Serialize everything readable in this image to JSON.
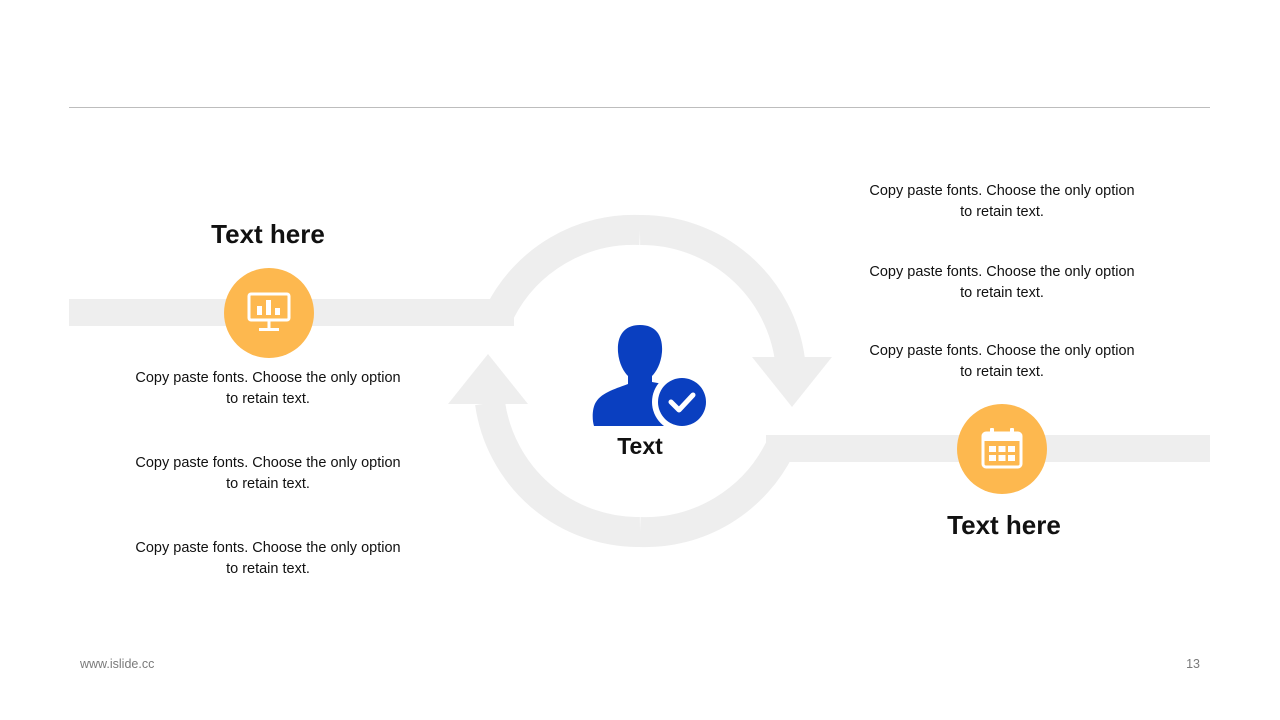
{
  "left_block": {
    "title": "Text here",
    "icon": "presentation-chart-icon",
    "items": [
      {
        "line1": "Copy paste fonts. Choose the only option",
        "line2": "to retain text."
      },
      {
        "line1": "Copy paste fonts. Choose the only option",
        "line2": "to retain text."
      },
      {
        "line1": "Copy paste fonts. Choose the only option",
        "line2": "to retain text."
      }
    ]
  },
  "right_block": {
    "title": "Text here",
    "icon": "calendar-icon",
    "items": [
      {
        "line1": "Copy paste fonts. Choose the only option",
        "line2": "to retain text."
      },
      {
        "line1": "Copy paste fonts. Choose the only option",
        "line2": "to retain text."
      },
      {
        "line1": "Copy paste fonts. Choose the only option",
        "line2": "to retain text."
      }
    ]
  },
  "center": {
    "label": "Text",
    "icon": "user-check-icon"
  },
  "footer": {
    "url": "www.islide.cc",
    "page_number": "13"
  },
  "colors": {
    "accent_orange": "#fdb84f",
    "accent_blue": "#0a3fc0",
    "arrow_gray": "#eeeeee",
    "rule_gray": "#bdbdbd"
  }
}
